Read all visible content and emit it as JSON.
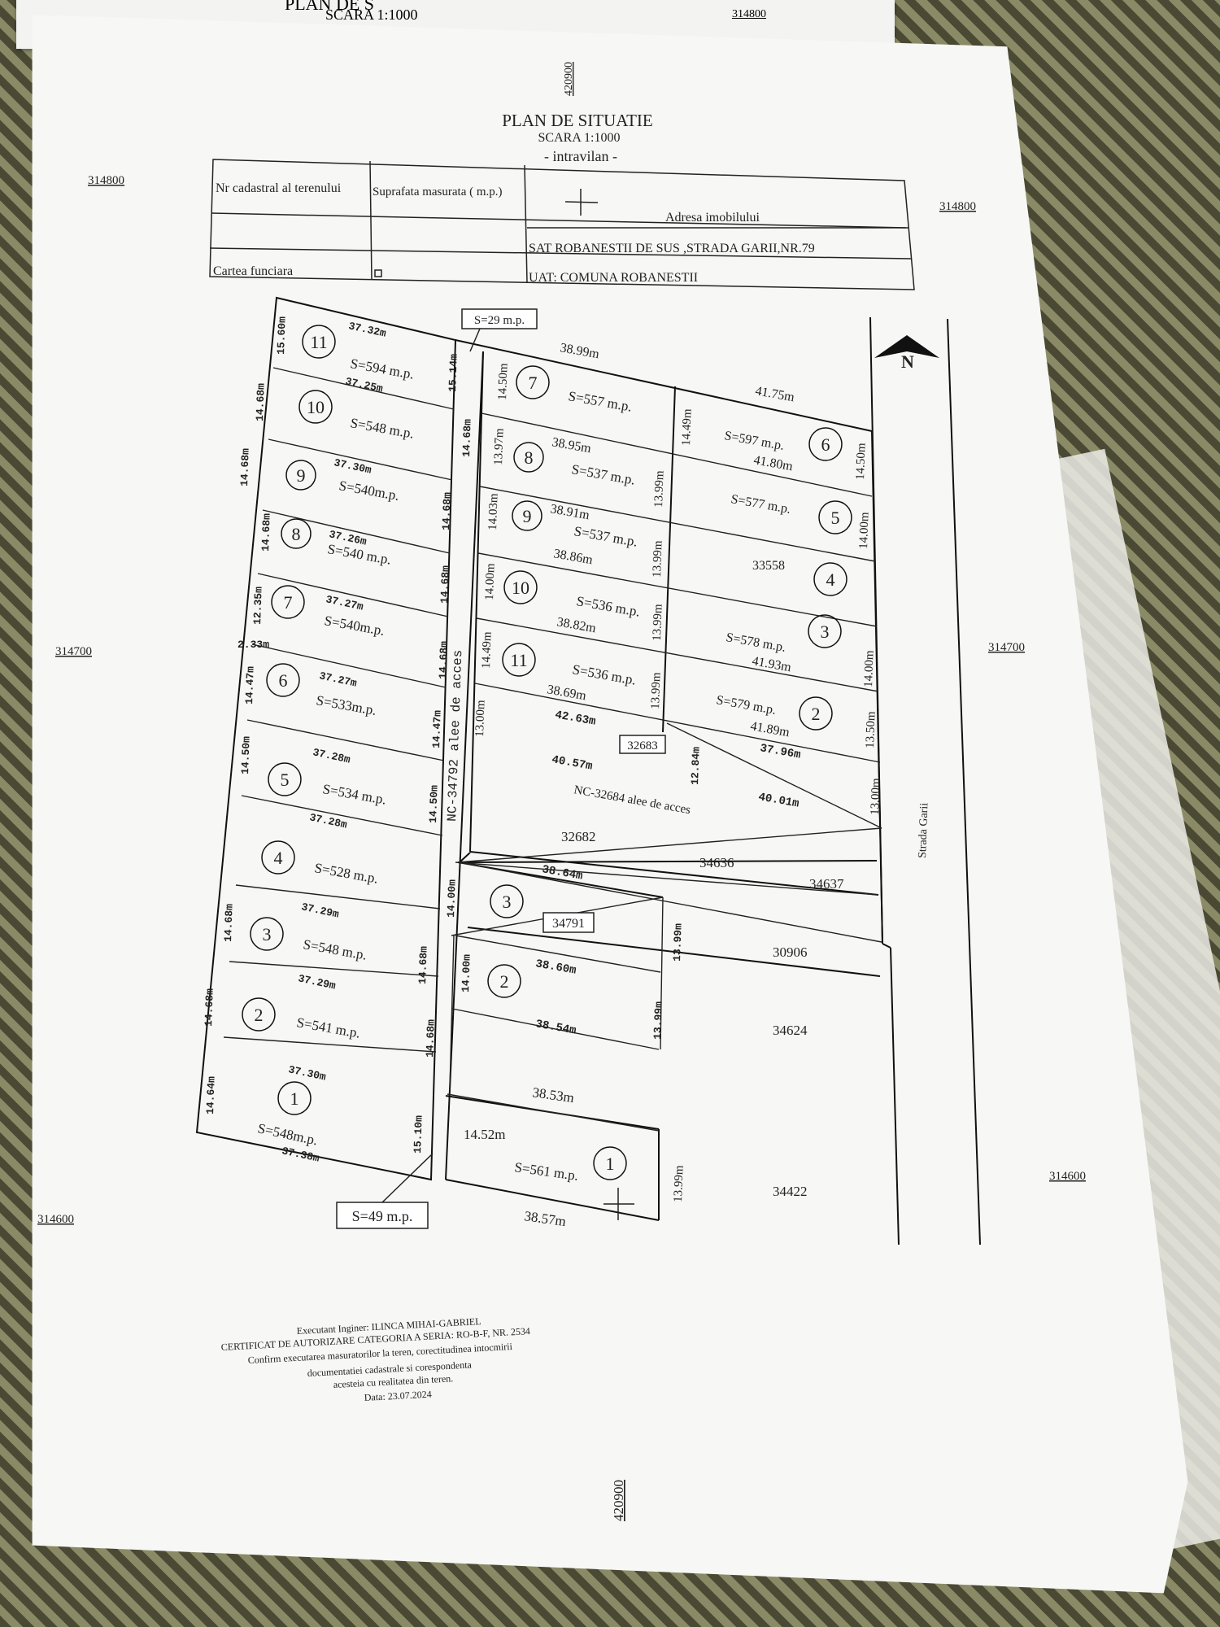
{
  "back_sheet": {
    "title": "PLAN DE S",
    "scale": "SCARA 1:1000",
    "coord": "314800"
  },
  "header": {
    "title": "PLAN DE SITUATIE",
    "scale": "SCARA 1:1000",
    "subtitle": "- intravilan -",
    "coord_top": "420900",
    "coord_bottom": "420900"
  },
  "table": {
    "col1": "Nr cadastral al terenului",
    "col2": "Suprafata masurata ( m.p.)",
    "col3": "Adresa imobilului",
    "address": "SAT ROBANESTII DE SUS ,STRADA GARII,NR.79",
    "carte": "Cartea funciara",
    "uat": "UAT: COMUNA ROBANESTII"
  },
  "coords": {
    "left_top": "314800",
    "right_top": "314800",
    "left_mid": "314700",
    "right_mid": "314700",
    "left_bot": "314600",
    "right_bot": "314600"
  },
  "left_lots": [
    {
      "n": "11",
      "area": "S=594 m.p."
    },
    {
      "n": "10",
      "area": "S=548 m.p."
    },
    {
      "n": "9",
      "area": "S=540m.p."
    },
    {
      "n": "8",
      "area": "S=540 m.p."
    },
    {
      "n": "7",
      "area": "S=540m.p."
    },
    {
      "n": "6",
      "area": "S=533m.p."
    },
    {
      "n": "5",
      "area": "S=534 m.p."
    },
    {
      "n": "4",
      "area": "S=528 m.p."
    },
    {
      "n": "3",
      "area": "S=548 m.p."
    },
    {
      "n": "2",
      "area": "S=541 m.p."
    },
    {
      "n": "1",
      "area": "S=548m.p."
    }
  ],
  "left_lengths": [
    "37.32m",
    "37.25m",
    "37.30m",
    "37.26m",
    "37.27m",
    "37.27m",
    "37.28m",
    "37.28m",
    "37.29m",
    "37.29m",
    "37.30m",
    "37.38m"
  ],
  "left_widths": [
    "15.60m",
    "14.68m",
    "14.68m",
    "14.68m",
    "12.35m",
    "2.33m",
    "14.47m",
    "14.50m",
    "14.68m",
    "14.68m",
    "14.64m"
  ],
  "inner_widths": [
    "15.14m",
    "14.68m",
    "14.68m",
    "14.68m",
    "14.68m",
    "14.47m",
    "14.50m",
    "14.00m",
    "14.68m",
    "14.68m",
    "15.10m"
  ],
  "mid_lots": [
    {
      "n": "7",
      "area": "S=557 m.p."
    },
    {
      "n": "8",
      "area": "S=537 m.p."
    },
    {
      "n": "9",
      "area": "S=537 m.p."
    },
    {
      "n": "10",
      "area": "S=536 m.p."
    },
    {
      "n": "11",
      "area": "S=536 m.p."
    }
  ],
  "mid_lengths": [
    "38.99m",
    "38.95m",
    "38.91m",
    "38.86m",
    "38.82m",
    "38.69m",
    "42.63m",
    "40.57m"
  ],
  "mid_widths": [
    "14.50m",
    "13.97m",
    "14.03m",
    "14.00m",
    "14.49m",
    "13.00m"
  ],
  "mid_right_widths": [
    "14.49m",
    "13.99m",
    "13.99m",
    "13.99m",
    "13.99m"
  ],
  "right_lots": [
    {
      "n": "6",
      "area": "S=597 m.p."
    },
    {
      "n": "5",
      "area": "S=577 m.p."
    },
    {
      "n": "4",
      "area": "33558"
    },
    {
      "n": "3",
      "area": "S=578 m.p."
    },
    {
      "n": "2",
      "area": "S=579 m.p."
    }
  ],
  "right_lengths": [
    "41.75m",
    "41.80m",
    "41.93m",
    "41.89m",
    "37.96m",
    "40.01m"
  ],
  "right_widths": [
    "14.50m",
    "14.00m",
    "14.00m",
    "13.50m",
    "13.00m",
    "12.84m"
  ],
  "bottom_lots": [
    {
      "n": "3",
      "area": "34791"
    },
    {
      "n": "2",
      "area": ""
    },
    {
      "n": "1",
      "area": "S=561 m.p."
    }
  ],
  "bottom_lengths": [
    "38.64m",
    "38.60m",
    "38.54m",
    "38.53m",
    "14.52m",
    "38.57m"
  ],
  "bottom_widths": [
    "13.99m",
    "13.99m",
    "13.99m",
    "14.00m"
  ],
  "parcels": [
    "32683",
    "32682",
    "34636",
    "34637",
    "30906",
    "34624",
    "34422"
  ],
  "access_left": "NC-34792 alee de acces",
  "access_mid": "NC-32684 alee de acces",
  "street": "Strada Garii",
  "area_top": "S=29 m.p.",
  "area_bottom": "S=49 m.p.",
  "north": "N",
  "footer": [
    "Executant Inginer: ILINCA MIHAI-GABRIEL",
    "CERTIFICAT DE AUTORIZARE CATEGORIA A SERIA: RO-B-F, NR. 2534",
    "Confirm executarea masuratorilor la teren, corectitudinea intocmirii",
    "documentatiei cadastrale si corespondenta",
    "acesteia cu realitatea din teren.",
    "Data: 23.07.2024"
  ]
}
